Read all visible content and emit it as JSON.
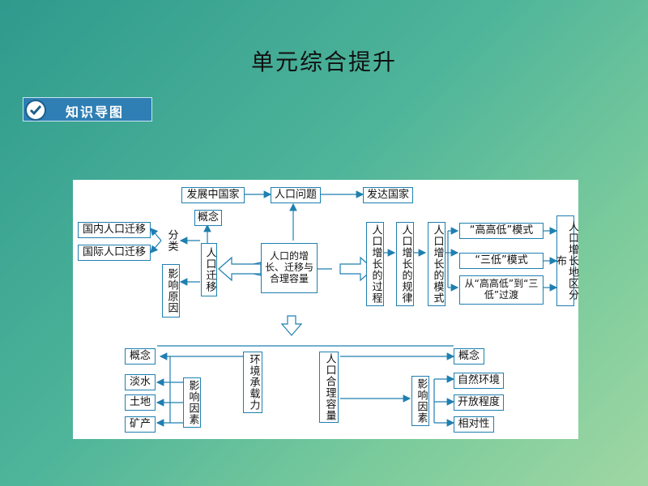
{
  "title": "单元综合提升",
  "section_tag": {
    "label": "知识导图",
    "icon": "check-circle-icon"
  },
  "colors": {
    "line": "#1f7fb0",
    "panel": "#ffffff"
  },
  "diagram": {
    "top": {
      "left": "发展中国家",
      "center": "人口问题",
      "right": "发达国家"
    },
    "center": "人口的增长、迁移与合理容量",
    "migration": {
      "title": "人口迁移",
      "concept": "概念",
      "classify": "分类",
      "reasons": "影响原因",
      "domestic": "国内人口迁移",
      "international": "国际人口迁移"
    },
    "growth": {
      "process": "人口增长的过程",
      "law": "人口增长的规律",
      "mode": "人口增长的模式",
      "modes": [
        "“高高低”模式",
        "“三低”模式",
        "从“高高低”到“三低”过渡"
      ],
      "distribution": "人口增长地区分布"
    },
    "carrying": {
      "title": "环境承载力",
      "concept": "概念",
      "factors": "影响因素",
      "items": [
        "淡水",
        "土地",
        "矿产"
      ]
    },
    "capacity": {
      "title": "人口合理容量",
      "concept": "概念",
      "factors": "影响因素",
      "items": [
        "自然环境",
        "开放程度",
        "相对性"
      ]
    }
  }
}
